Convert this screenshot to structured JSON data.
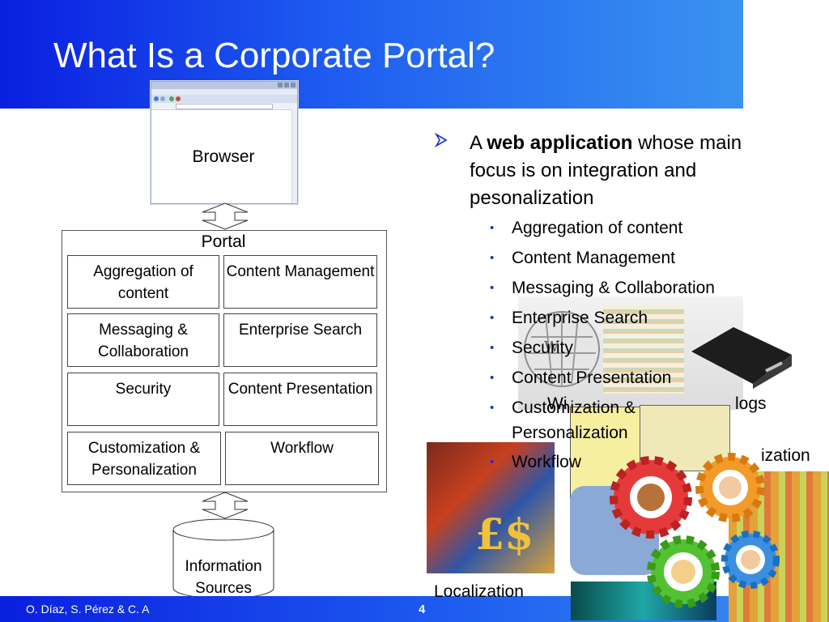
{
  "slide": {
    "title": "What Is a Corporate Portal?",
    "footer_authors": "O. Díaz, S. Pérez & C. A",
    "page_number": "4"
  },
  "diagram": {
    "browser_label": "Browser",
    "portal_label": "Portal",
    "cells": {
      "aggregation": "Aggregation of content",
      "content_management": "Content Management",
      "messaging": "Messaging & Collaboration",
      "enterprise_search": "Enterprise Search",
      "security": "Security",
      "content_presentation": "Content Presentation",
      "customization": "Customization & Personalization",
      "workflow": "Workflow"
    },
    "sources_label": "Information Sources"
  },
  "bullets": {
    "main_prefix": "A",
    "main_bold": "web application",
    "main_rest": "whose main focus is on integration and pesonalization",
    "items": [
      "Aggregation of content",
      "Content Management",
      "Messaging & Collaboration",
      "Enterprise Search",
      "Security",
      "Content Presentation",
      "Customization &",
      "Personalization",
      "Workflow"
    ]
  },
  "picture_labels": {
    "wiki": "Wi",
    "logs": "logs",
    "ization": "ization",
    "localization": "Localization"
  },
  "colors": {
    "title_gradient_start": "#0a1fe0",
    "title_gradient_end": "#3a93f0",
    "bullet_accent": "#1a2fd8"
  }
}
